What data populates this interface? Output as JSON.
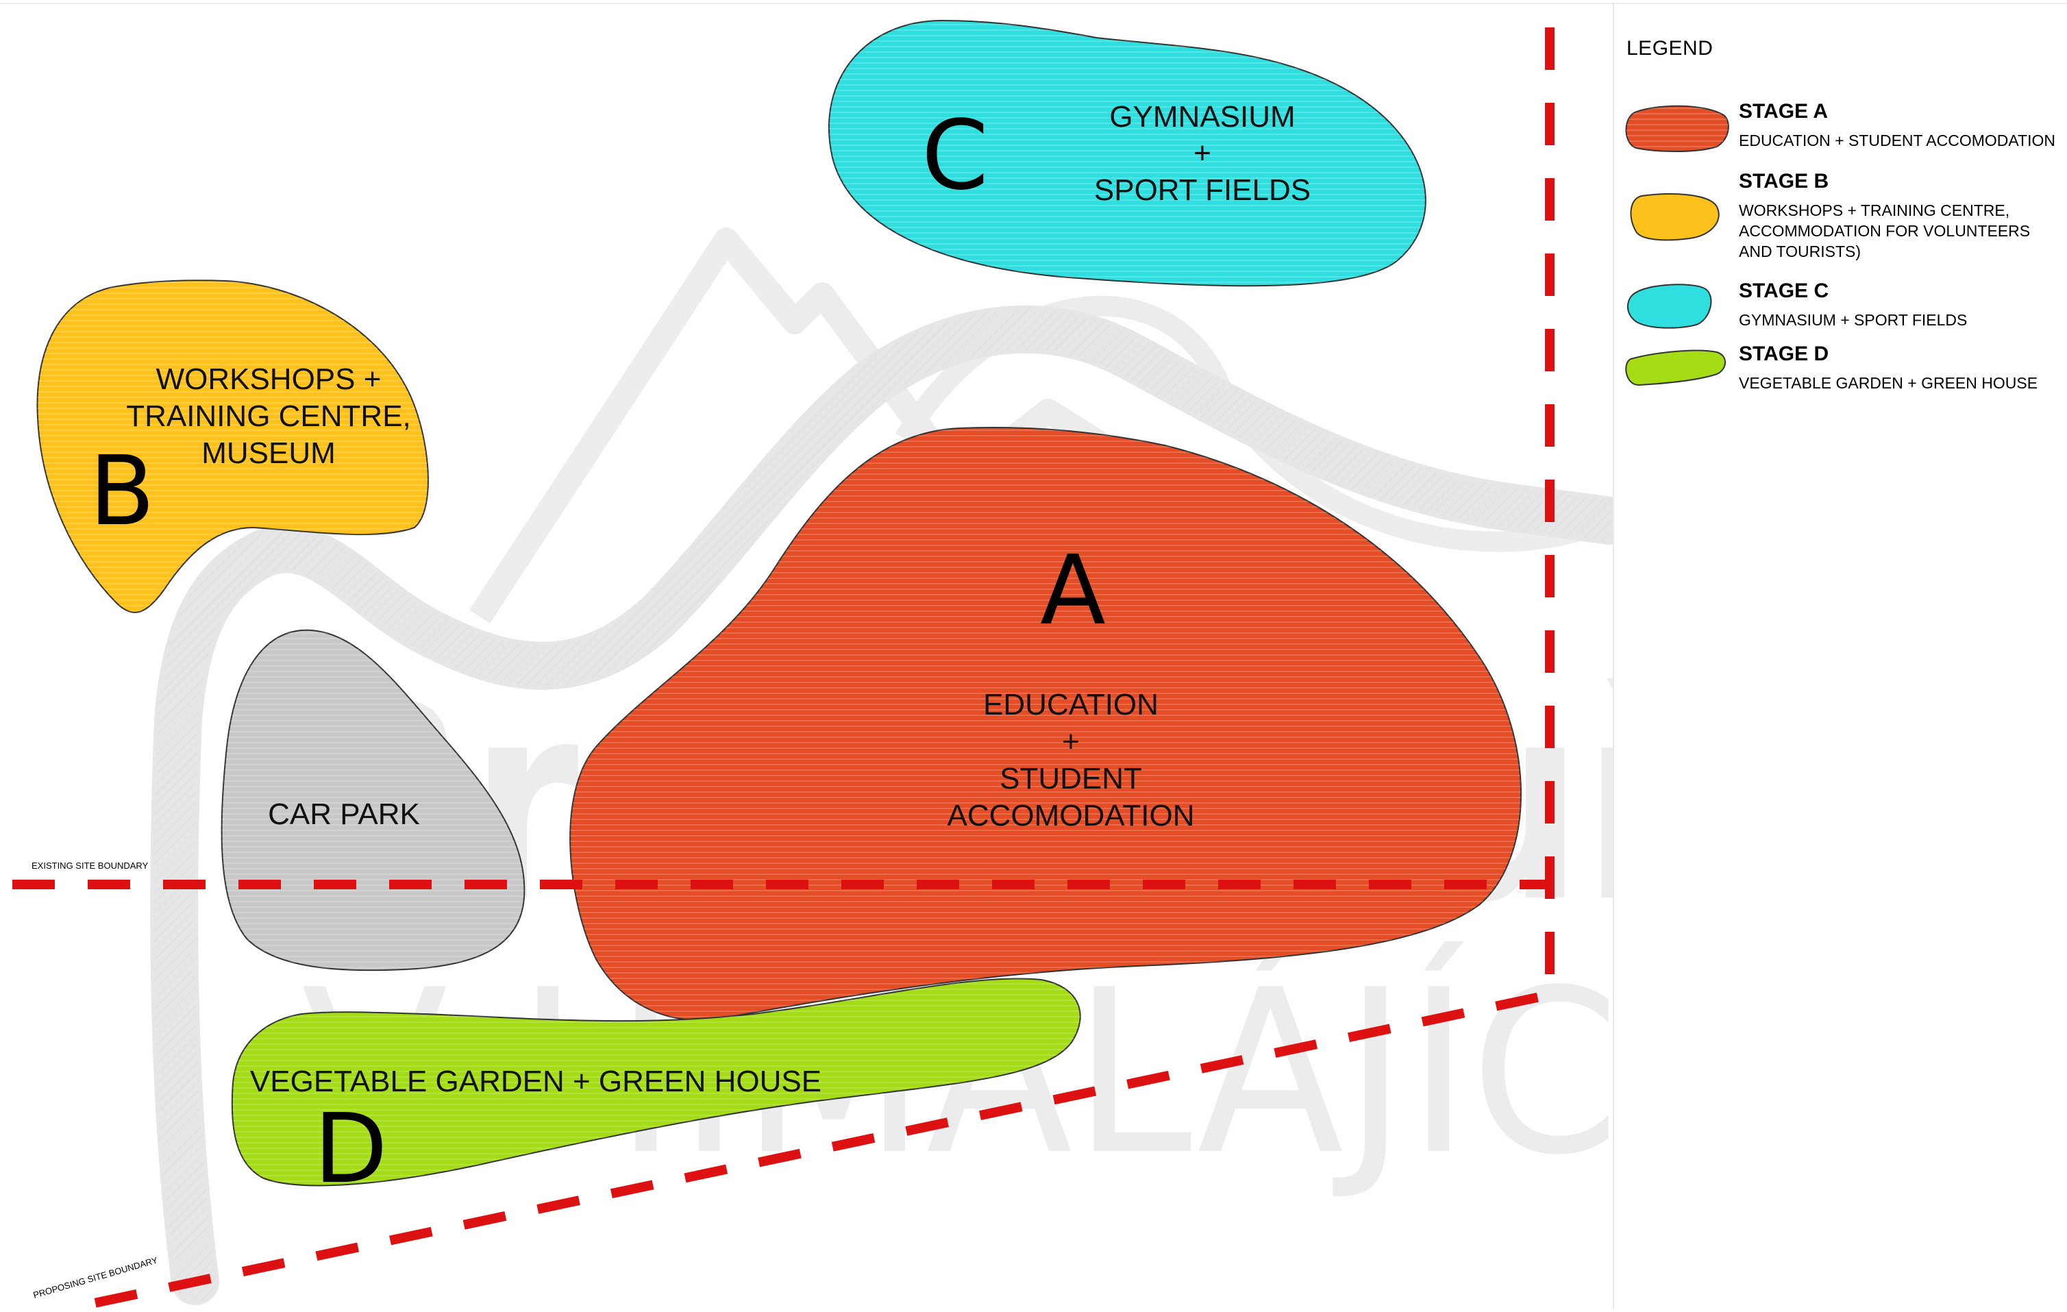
{
  "legend": {
    "title": "LEGEND",
    "items": [
      {
        "name": "STAGE A",
        "desc": "EDUCATION + STUDENT ACCOMODATION",
        "color": "#e44d26"
      },
      {
        "name": "STAGE B",
        "desc": "WORKSHOPS + TRAINING CENTRE,\nACCOMMODATION FOR VOLUNTEERS\nAND TOURISTS)",
        "color": "#fcc21b"
      },
      {
        "name": "STAGE C",
        "desc": "GYMNASIUM + SPORT FIELDS",
        "color": "#2fdede"
      },
      {
        "name": "STAGE D",
        "desc": "VEGETABLE GARDEN + GREEN HOUSE",
        "color": "#a4dc16"
      }
    ]
  },
  "zones": {
    "a": {
      "letter": "A",
      "label": [
        "EDUCATION",
        "+",
        "STUDENT",
        "ACCOMODATION"
      ],
      "color": "#e44d26"
    },
    "b": {
      "letter": "B",
      "label": [
        "WORKSHOPS +",
        "TRAINING CENTRE,",
        "MUSEUM"
      ],
      "color": "#fcc21b"
    },
    "c": {
      "letter": "C",
      "label": [
        "GYMNASIUM",
        "+",
        "SPORT FIELDS"
      ],
      "color": "#2fdede"
    },
    "d": {
      "letter": "D",
      "label": [
        "VEGETABLE GARDEN + GREEN HOUSE"
      ],
      "color": "#a4dc16"
    },
    "car_park": {
      "label": "CAR PARK",
      "color": "#c8c8c8"
    }
  },
  "boundaries": {
    "existing": "EXISTING SITE BOUNDARY",
    "proposing": "PROPOSING SITE BOUNDARY",
    "color": "#dd1111"
  },
  "watermark": {
    "line1": "Brontosauři",
    "line2": "V HIMALÁJÍCH"
  }
}
